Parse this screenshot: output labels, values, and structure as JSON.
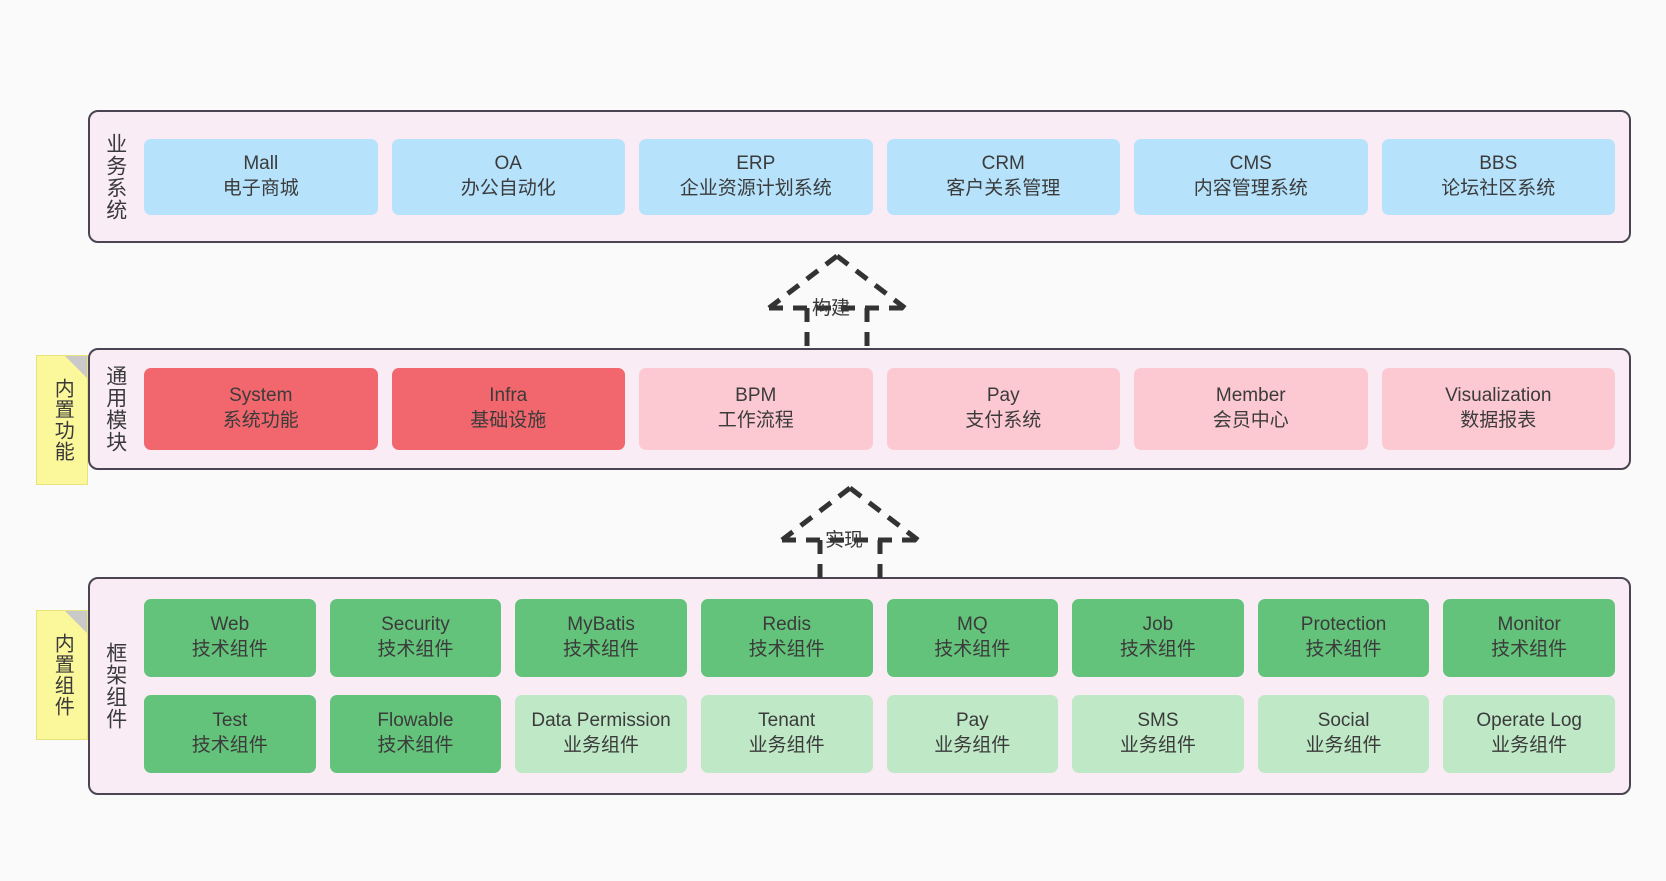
{
  "diagram": {
    "title_present": false,
    "colors": {
      "canvas": "#fafafa",
      "tier_background": "#f9ecf5",
      "tier_border": "#4a4453",
      "blue_box": "#b6e2fb",
      "red_box": "#f2676d",
      "pink_box": "#fcc9d3",
      "green_box": "#63c37a",
      "light_green_box": "#bfe8c6",
      "tab_yellow": "#fbf79b",
      "tab_fold": "#c9c9c9",
      "text": "#3b3b3b"
    }
  },
  "tiers": [
    {
      "id": "business-systems",
      "label": "业务系统",
      "rows": [
        {
          "items": [
            {
              "name": "Mall",
              "desc": "电子商城",
              "style": "blue"
            },
            {
              "name": "OA",
              "desc": "办公自动化",
              "style": "blue"
            },
            {
              "name": "ERP",
              "desc": "企业资源计划系统",
              "style": "blue"
            },
            {
              "name": "CRM",
              "desc": "客户关系管理",
              "style": "blue"
            },
            {
              "name": "CMS",
              "desc": "内容管理系统",
              "style": "blue"
            },
            {
              "name": "BBS",
              "desc": "论坛社区系统",
              "style": "blue"
            }
          ]
        }
      ]
    },
    {
      "id": "common-modules",
      "label": "通用模块",
      "rows": [
        {
          "items": [
            {
              "name": "System",
              "desc": "系统功能",
              "style": "red"
            },
            {
              "name": "Infra",
              "desc": "基础设施",
              "style": "red"
            },
            {
              "name": "BPM",
              "desc": "工作流程",
              "style": "pink"
            },
            {
              "name": "Pay",
              "desc": "支付系统",
              "style": "pink"
            },
            {
              "name": "Member",
              "desc": "会员中心",
              "style": "pink"
            },
            {
              "name": "Visualization",
              "desc": "数据报表",
              "style": "pink"
            }
          ]
        }
      ]
    },
    {
      "id": "framework-components",
      "label": "框架组件",
      "rows": [
        {
          "items": [
            {
              "name": "Web",
              "desc": "技术组件",
              "style": "green"
            },
            {
              "name": "Security",
              "desc": "技术组件",
              "style": "green"
            },
            {
              "name": "MyBatis",
              "desc": "技术组件",
              "style": "green"
            },
            {
              "name": "Redis",
              "desc": "技术组件",
              "style": "green"
            },
            {
              "name": "MQ",
              "desc": "技术组件",
              "style": "green"
            },
            {
              "name": "Job",
              "desc": "技术组件",
              "style": "green"
            },
            {
              "name": "Protection",
              "desc": "技术组件",
              "style": "green"
            },
            {
              "name": "Monitor",
              "desc": "技术组件",
              "style": "green"
            }
          ]
        },
        {
          "items": [
            {
              "name": "Test",
              "desc": "技术组件",
              "style": "green"
            },
            {
              "name": "Flowable",
              "desc": "技术组件",
              "style": "green"
            },
            {
              "name": "Data Permission",
              "desc": "业务组件",
              "style": "lgreen"
            },
            {
              "name": "Tenant",
              "desc": "业务组件",
              "style": "lgreen"
            },
            {
              "name": "Pay",
              "desc": "业务组件",
              "style": "lgreen"
            },
            {
              "name": "SMS",
              "desc": "业务组件",
              "style": "lgreen"
            },
            {
              "name": "Social",
              "desc": "业务组件",
              "style": "lgreen"
            },
            {
              "name": "Operate Log",
              "desc": "业务组件",
              "style": "lgreen"
            }
          ]
        }
      ]
    }
  ],
  "tabs": [
    {
      "id": "builtin-function",
      "label": "内置功能"
    },
    {
      "id": "builtin-component",
      "label": "内置组件"
    }
  ],
  "connectors": [
    {
      "id": "build",
      "label": "构建",
      "from": "common-modules",
      "to": "business-systems",
      "style": "dashed-generalization"
    },
    {
      "id": "implement",
      "label": "实现",
      "from": "framework-components",
      "to": "common-modules",
      "style": "dashed-generalization"
    }
  ]
}
